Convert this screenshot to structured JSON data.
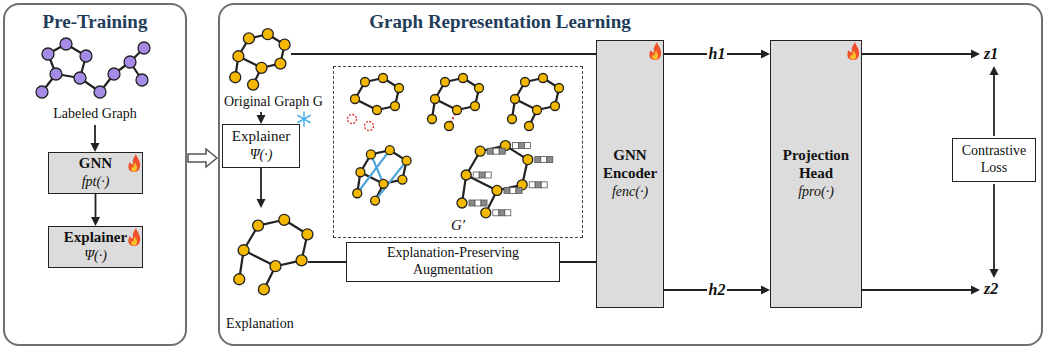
{
  "diagram": {
    "nodes": [
      {
        "text": [
          "Pre-Training"
        ]
      },
      {
        "text": [
          "GNN",
          "fpt(·)"
        ],
        "in": 0
      },
      {
        "text": [
          "Explainer",
          "Ψ(·)"
        ],
        "in": 0
      },
      {
        "text": [
          "Graph Representation Learning"
        ]
      },
      {
        "text": [
          "Explainer",
          "Ψ(·)"
        ],
        "in": 3
      },
      {
        "text": [
          "G′"
        ],
        "in": 3
      },
      {
        "text": [
          "Explanation-Preserving Augmentation"
        ],
        "in": 3
      },
      {
        "text": [
          "GNN Encoder",
          "fenc(·)"
        ],
        "in": 3
      },
      {
        "text": [
          "Projection Head",
          "fpro(·)"
        ],
        "in": 3
      },
      {
        "text": [
          "Contrastive Loss"
        ],
        "in": 3
      }
    ],
    "edges": [
      {
        "from": 0,
        "to": 3,
        "arrow": "to"
      },
      {
        "from": 1,
        "to": 2,
        "arrow": "to"
      },
      {
        "from": 6,
        "to": 7,
        "arrow": "none"
      },
      {
        "from": 7,
        "to": 8,
        "arrow": "to",
        "label": "h1"
      },
      {
        "from": 7,
        "to": 8,
        "arrow": "to",
        "label": "h2"
      }
    ],
    "labels": [
      "Labeled Graph",
      "Original Graph G",
      "Explanation",
      "z1",
      "z2"
    ]
  }
}
